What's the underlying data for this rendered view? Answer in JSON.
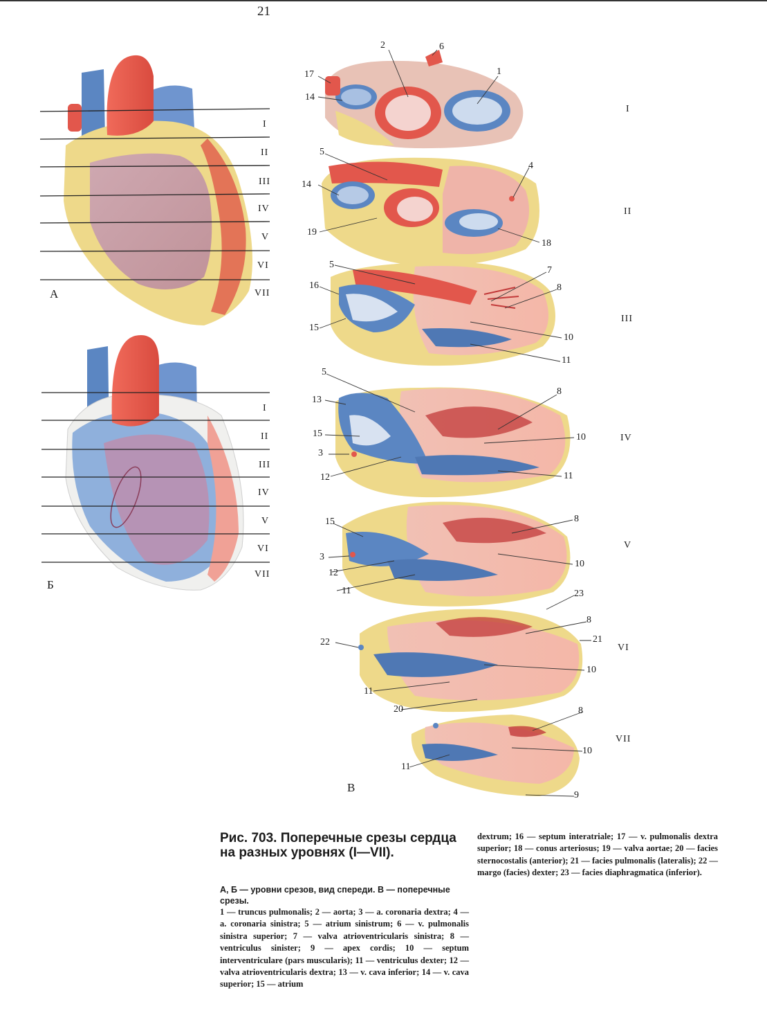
{
  "page_number": "21",
  "figure_a": {
    "letter": "А",
    "levels": [
      "I",
      "II",
      "III",
      "IV",
      "V",
      "VI",
      "VII"
    ]
  },
  "figure_b": {
    "letter": "Б",
    "levels": [
      "I",
      "II",
      "III",
      "IV",
      "V",
      "VI",
      "VII"
    ]
  },
  "figure_c": {
    "letter": "В",
    "slice_levels": [
      "I",
      "II",
      "III",
      "IV",
      "V",
      "VI",
      "VII"
    ],
    "callouts": [
      "2",
      "6",
      "17",
      "1",
      "14",
      "5",
      "4",
      "14",
      "19",
      "18",
      "5",
      "7",
      "16",
      "8",
      "15",
      "10",
      "11",
      "5",
      "8",
      "13",
      "15",
      "10",
      "3",
      "12",
      "11",
      "15",
      "8",
      "3",
      "12",
      "10",
      "11",
      "23",
      "8",
      "22",
      "21",
      "10",
      "11",
      "20",
      "8",
      "10",
      "11",
      "9"
    ]
  },
  "caption": {
    "title": "Рис. 703. Поперечные срезы сердца на разных уровнях (I—VII).",
    "subtitle": "А, Б — уровни срезов, вид спереди. В — поперечные срезы.",
    "legend_part1": "1 — truncus pulmonalis; 2 — aorta; 3 — a. coronaria dextra; 4 — a. coronaria sinistra; 5 — atrium sinistrum; 6 — v. pulmonalis sinistra superior; 7 — valva atrioventricularis sinistra; 8 — ventriculus sinister; 9 — apex cordis; 10 — septum interventriculare (pars muscularis); 11 — ventriculus dexter; 12 — valva atrioventricularis dextra; 13 — v. cava inferior; 14 — v. cava superior; 15 — atrium",
    "legend_part2": "dextrum; 16 — septum interatriale; 17 — v. pulmonalis dextra superior; 18 — conus arteriosus; 19 — valva aortae; 20 — facies sternocostalis (anterior); 21 — facies pulmonalis (lateralis); 22 — margo (facies) dexter; 23 — facies diaphragmatica (inferior)."
  },
  "colors": {
    "artery_red": "#e2574c",
    "vein_blue": "#5b86c2",
    "fat_yellow": "#eed98a",
    "myocardium_pink": "#efb4a9",
    "left_ventricle_purple": "#b78aa8"
  }
}
